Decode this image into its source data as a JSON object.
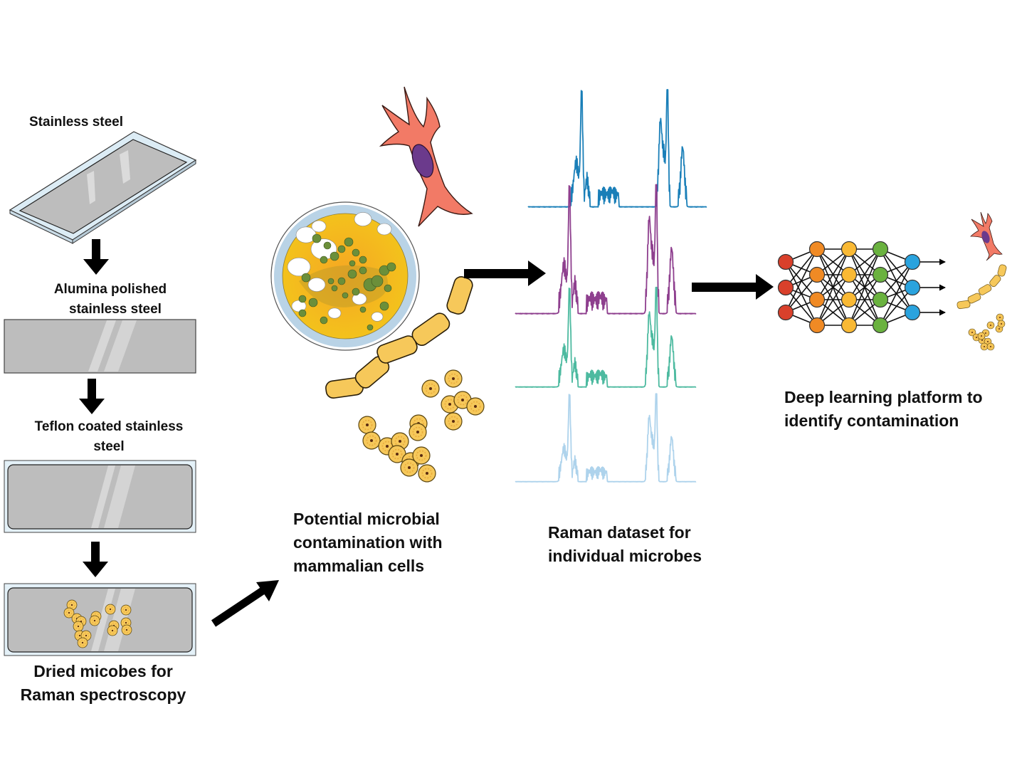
{
  "steps": [
    {
      "label": "Stainless steel"
    },
    {
      "label_line1": "Alumina polished",
      "label_line2": "stainless steel"
    },
    {
      "label_line1": "Teflon coated stainless",
      "label_line2": "steel"
    },
    {
      "label_line1": "Dried micobes for",
      "label_line2": "Raman spectroscopy"
    }
  ],
  "contamination": {
    "label_line1": "Potential microbial",
    "label_line2": "contamination with",
    "label_line3": "mammalian cells"
  },
  "raman": {
    "label_line1": "Raman dataset for",
    "label_line2": "individual microbes",
    "spectra_colors": [
      "#1a7fb8",
      "#8e3f8e",
      "#4dbaa0",
      "#aed3ec"
    ]
  },
  "deep_learning": {
    "label_line1": "Deep learning platform to",
    "label_line2": "identify contamination",
    "layer_colors": [
      "#d9402b",
      "#f08a24",
      "#f9b934",
      "#6ab23f",
      "#2aa3de"
    ],
    "layer_sizes": [
      3,
      4,
      4,
      4,
      3
    ]
  },
  "colors": {
    "steel": "#bfbfbf",
    "steel_border": "#e4f1f8",
    "microbe": "#f6c85a",
    "cell": "#f27a66",
    "nucleus": "#6b3a8c",
    "arrow": "#000000"
  }
}
